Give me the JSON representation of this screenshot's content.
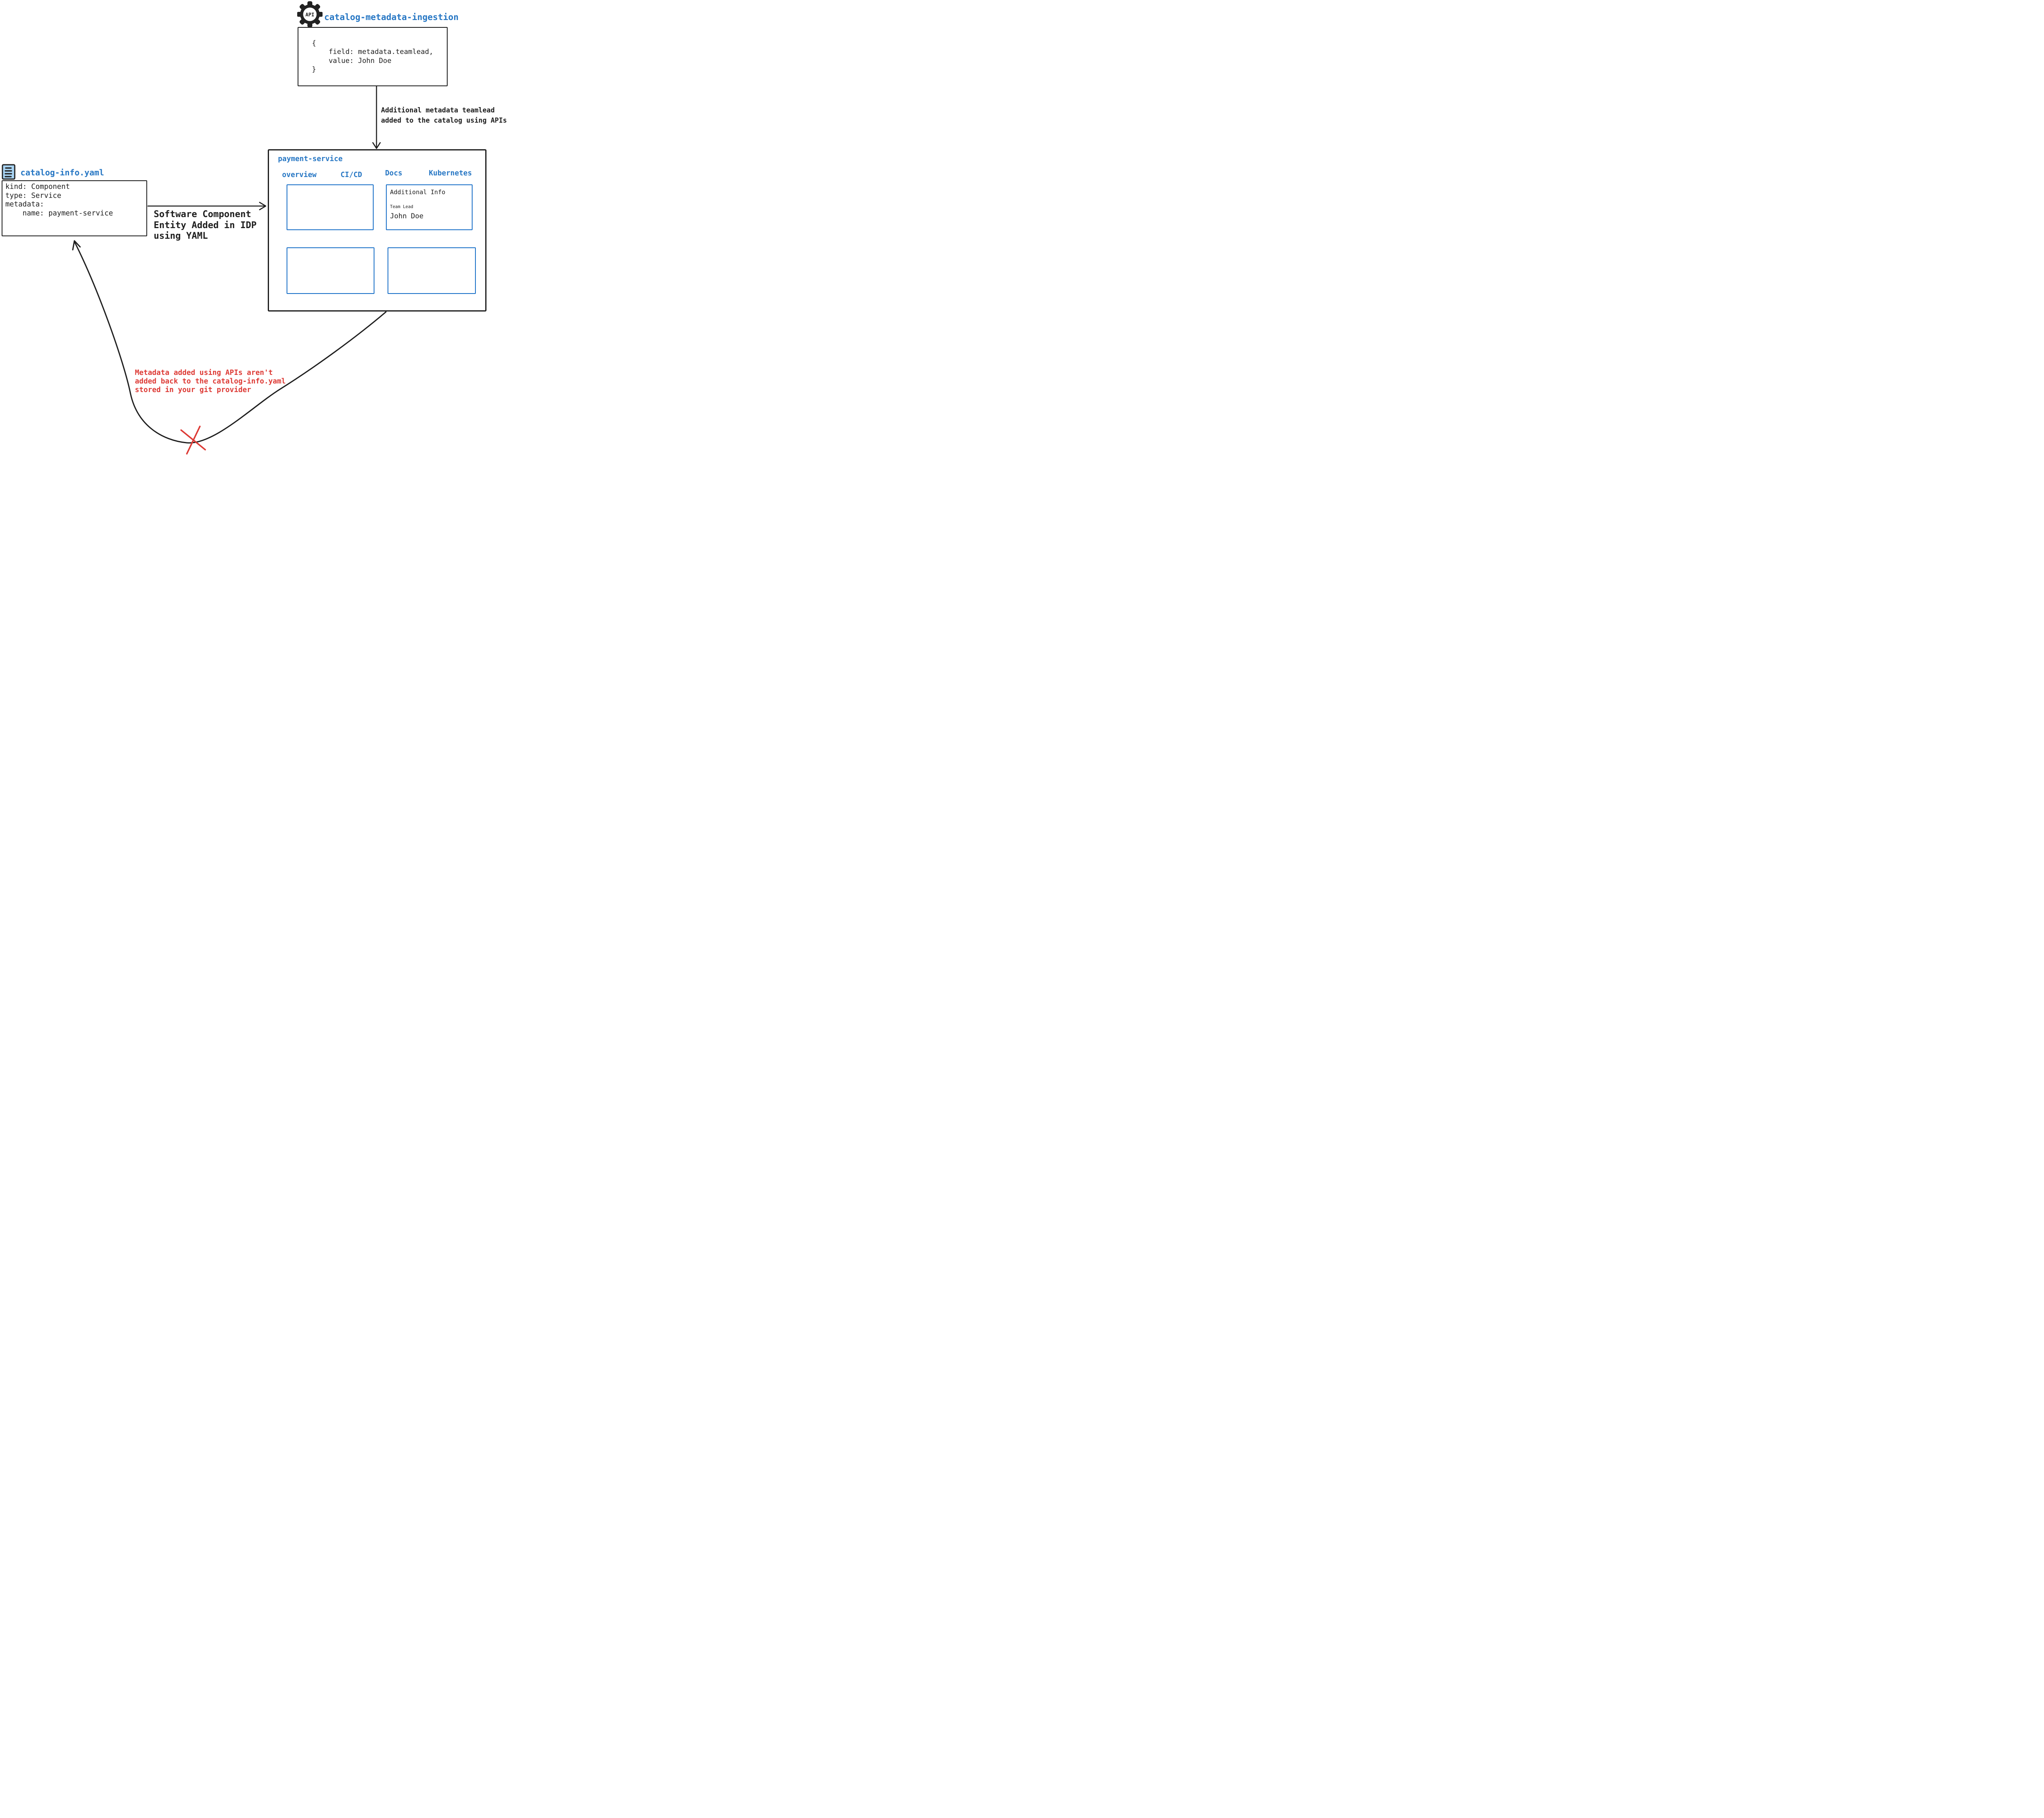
{
  "diagram": {
    "api_service": {
      "icon_label": "API",
      "title": "catalog-metadata-ingestion",
      "code": "{\n    field: metadata.teamlead,\n    value: John Doe\n}"
    },
    "api_arrow": {
      "label": "Additional metadata teamlead\nadded to the catalog using APIs"
    },
    "idp": {
      "title": "payment-service",
      "tabs": [
        "overview",
        "CI/CD",
        "Docs",
        "Kubernetes"
      ],
      "additional_info": {
        "title": "Additional Info",
        "field_label": "Team Lead",
        "field_value": "John Doe"
      }
    },
    "yaml_file": {
      "title": "catalog-info.yaml",
      "code": "kind: Component\ntype: Service\nmetadata:\n    name: payment-service"
    },
    "yaml_arrow": {
      "label": "Software Component\nEntity Added in IDP\nusing YAML"
    },
    "return_flow": {
      "note": "Metadata added using APIs aren't\nadded back to the catalog-info.yaml\nstored in your git provider"
    },
    "colors": {
      "blue_text": "#2777c4",
      "blue_border": "#1a70c8",
      "ink": "#1e1e1e",
      "red": "#dd3a35",
      "file_icon_fill": "#a9d5f5"
    }
  }
}
